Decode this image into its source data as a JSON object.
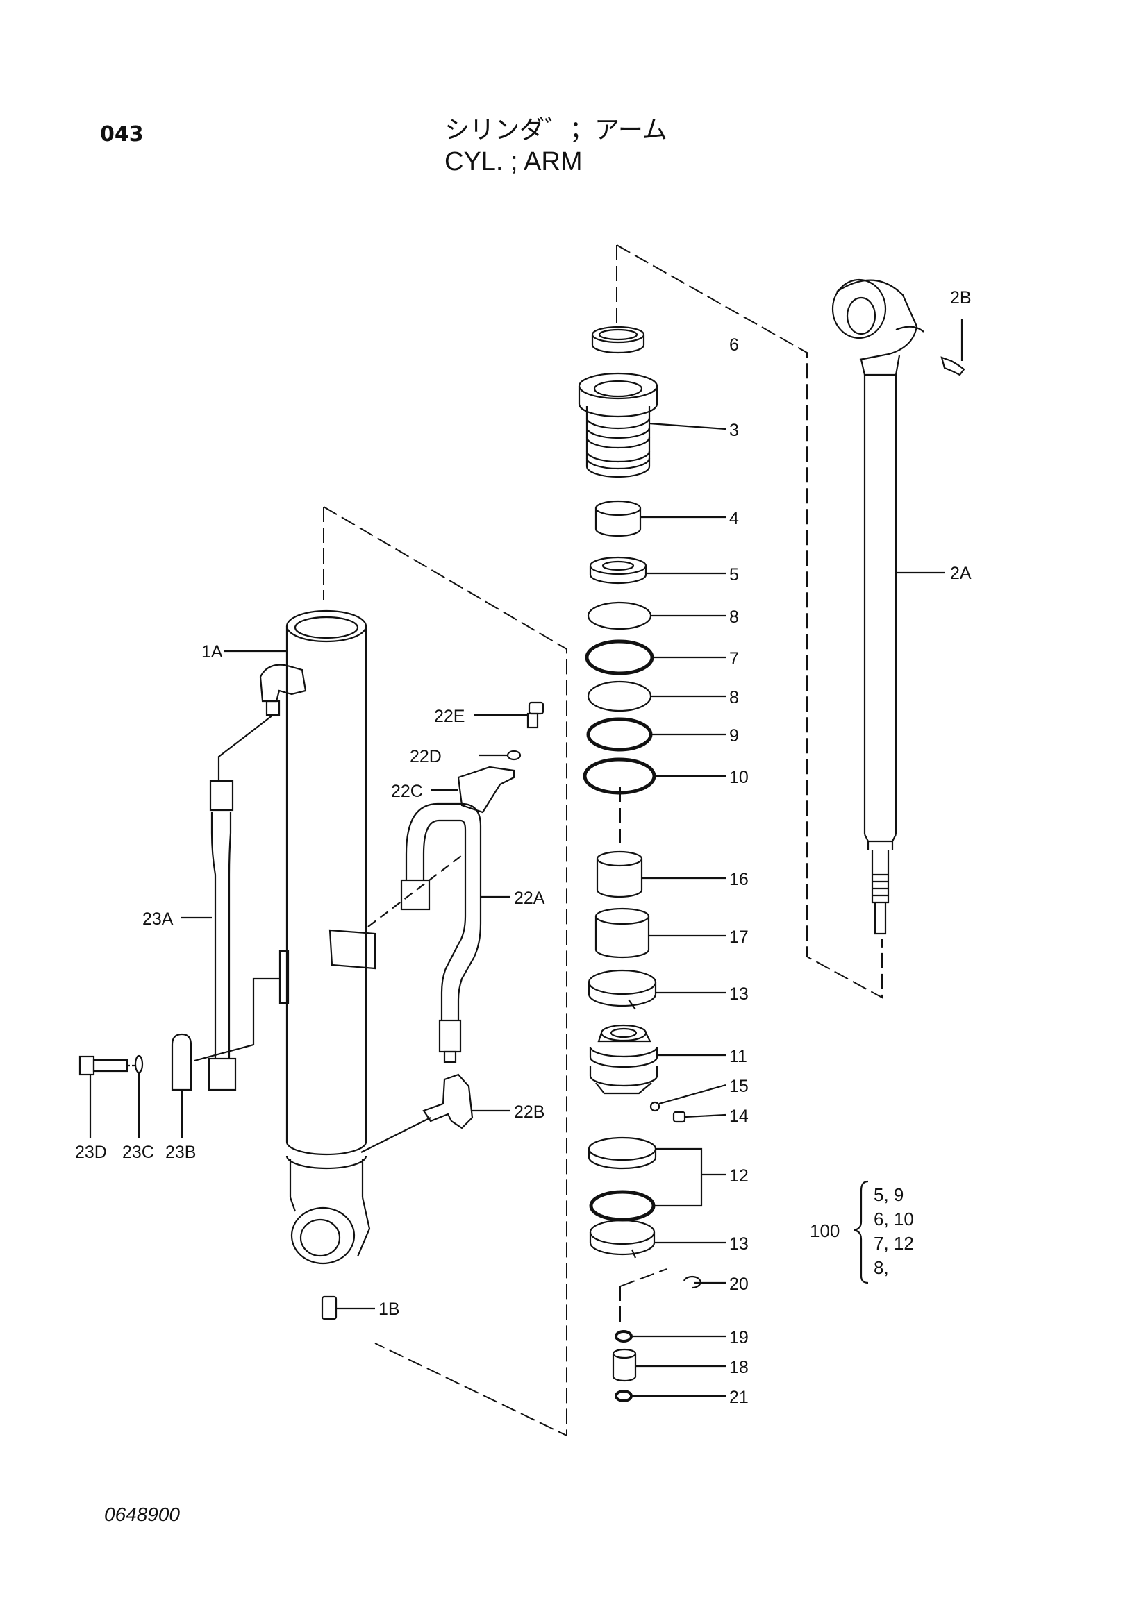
{
  "header": {
    "page_number": "043",
    "title_jp": "シリンダ゛；アーム",
    "title_en": "CYL. ; ARM"
  },
  "footer": {
    "drawing_number": "0648900"
  },
  "callouts": {
    "c6": "6",
    "c3": "3",
    "c4": "4",
    "c5": "5",
    "c8a": "8",
    "c7": "7",
    "c8b": "8",
    "c9": "9",
    "c10": "10",
    "c16": "16",
    "c17": "17",
    "c13a": "13",
    "c11": "11",
    "c15": "15",
    "c14": "14",
    "c12": "12",
    "c13b": "13",
    "c20": "20",
    "c19": "19",
    "c18": "18",
    "c21": "21",
    "c2B": "2B",
    "c2A": "2A",
    "c1A": "1A",
    "c1B": "1B",
    "c22E": "22E",
    "c22D": "22D",
    "c22C": "22C",
    "c22A": "22A",
    "c22B": "22B",
    "c23A": "23A",
    "c23D": "23D",
    "c23C": "23C",
    "c23B": "23B"
  },
  "kit": {
    "number": "100",
    "lines": [
      "5,  9",
      "6,  10",
      "7,  12",
      "8,"
    ]
  }
}
